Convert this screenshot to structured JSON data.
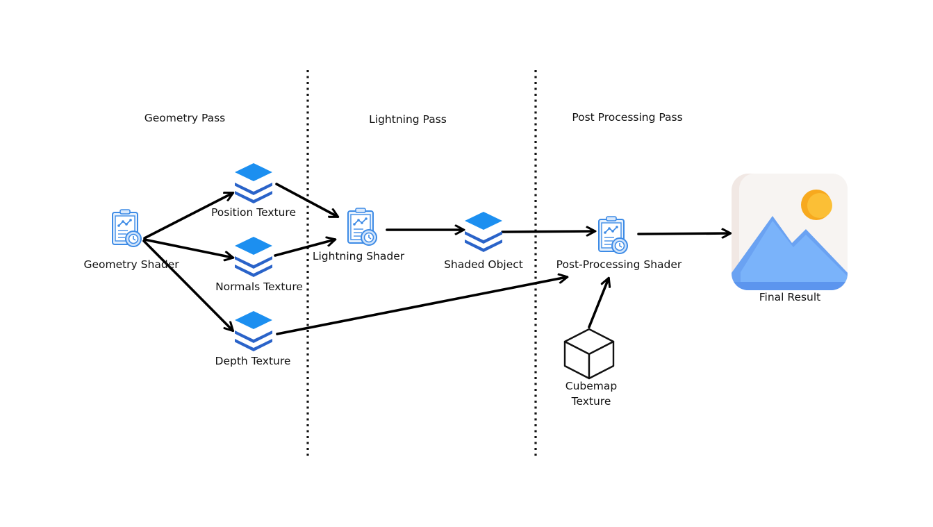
{
  "sections": {
    "geometry_pass": "Geometry Pass",
    "lightning_pass": "Lightning Pass",
    "post_processing_pass": "Post Processing Pass"
  },
  "nodes": {
    "geometry_shader": {
      "label": "Geometry Shader",
      "icon": "shader-clipboard-icon"
    },
    "position_texture": {
      "label": "Position Texture",
      "icon": "layers-stack-icon"
    },
    "normals_texture": {
      "label": "Normals Texture",
      "icon": "layers-stack-icon"
    },
    "depth_texture": {
      "label": "Depth Texture",
      "icon": "layers-stack-icon"
    },
    "lightning_shader": {
      "label": "Lightning Shader",
      "icon": "shader-clipboard-icon"
    },
    "shaded_object": {
      "label": "Shaded Object",
      "icon": "layers-stack-icon"
    },
    "post_processing_shader": {
      "label": "Post-Processing Shader",
      "icon": "shader-clipboard-icon"
    },
    "cubemap_texture": {
      "label_line1": "Cubemap",
      "label_line2": "Texture",
      "icon": "cube-icon"
    },
    "final_result": {
      "label": "Final Result",
      "icon": "image-landscape-icon"
    }
  },
  "colors": {
    "layer_top": "#1c8ff0",
    "layer_bottom": "#2a63c9",
    "clipboard_fill": "#e6f1fd",
    "clipboard_stroke": "#3d8be6",
    "image_frame": "#f7f4f2",
    "image_mountain": "#7ab3fa",
    "image_sun": "#fbbf36",
    "arrow": "#000000"
  }
}
